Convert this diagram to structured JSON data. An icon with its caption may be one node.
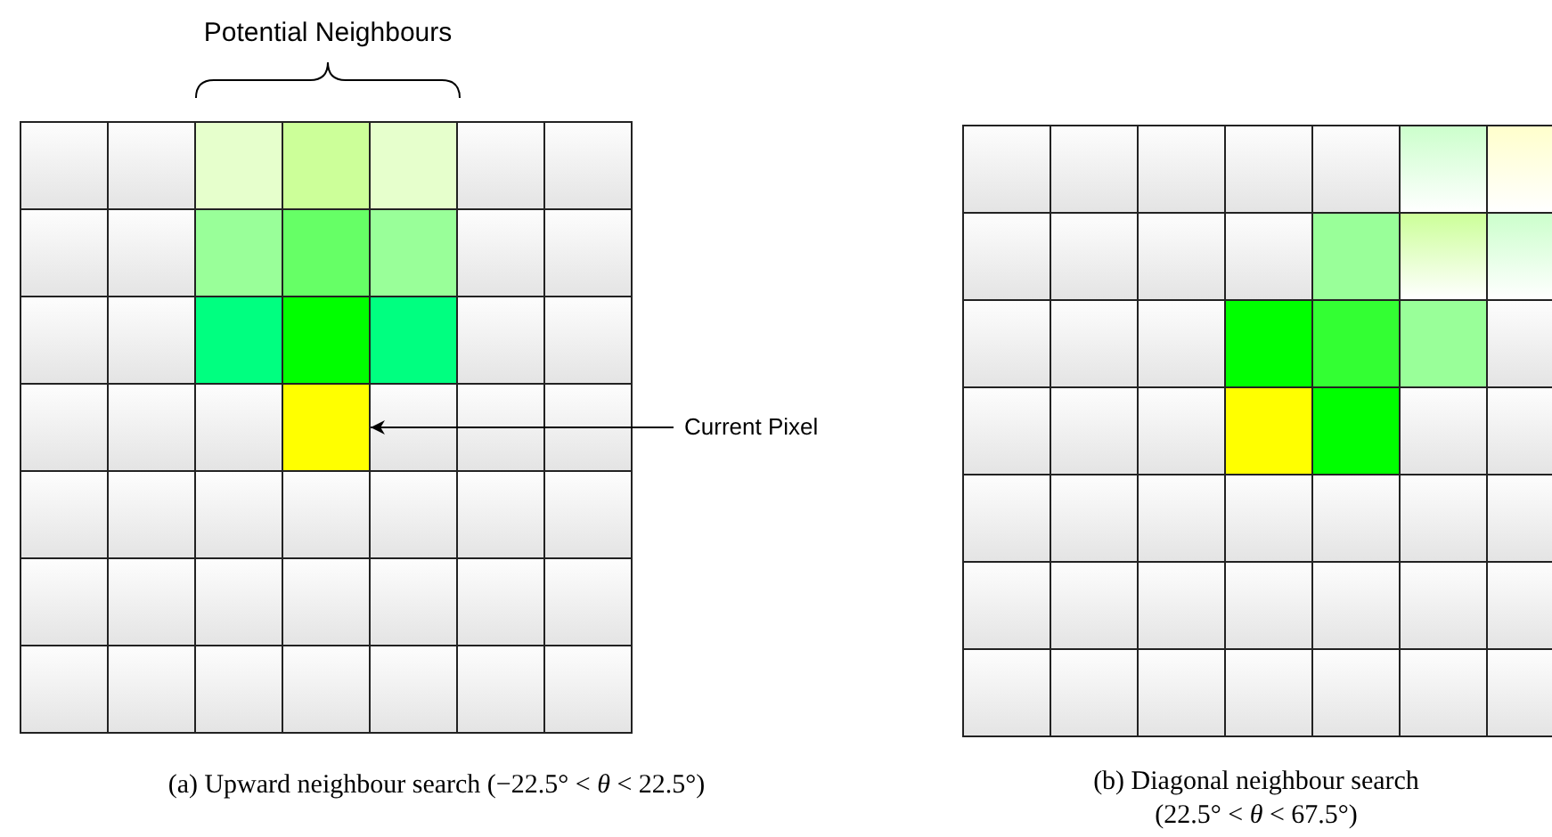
{
  "diagram": {
    "nodes": [
      {
        "text": [
          "Current Pixel"
        ]
      },
      {
        "text": [],
        "shape": "box"
      }
    ],
    "edges": [
      {
        "from": 0,
        "to": 1,
        "arrow": "to"
      }
    ],
    "labels": [
      "Potential Neighbours",
      "(a) Upward neighbour search (−22.5° < *θ* < 22.5°)",
      "(b) Diagonal neighbour search (22.5° < *θ* < 67.5°)"
    ]
  }
}
